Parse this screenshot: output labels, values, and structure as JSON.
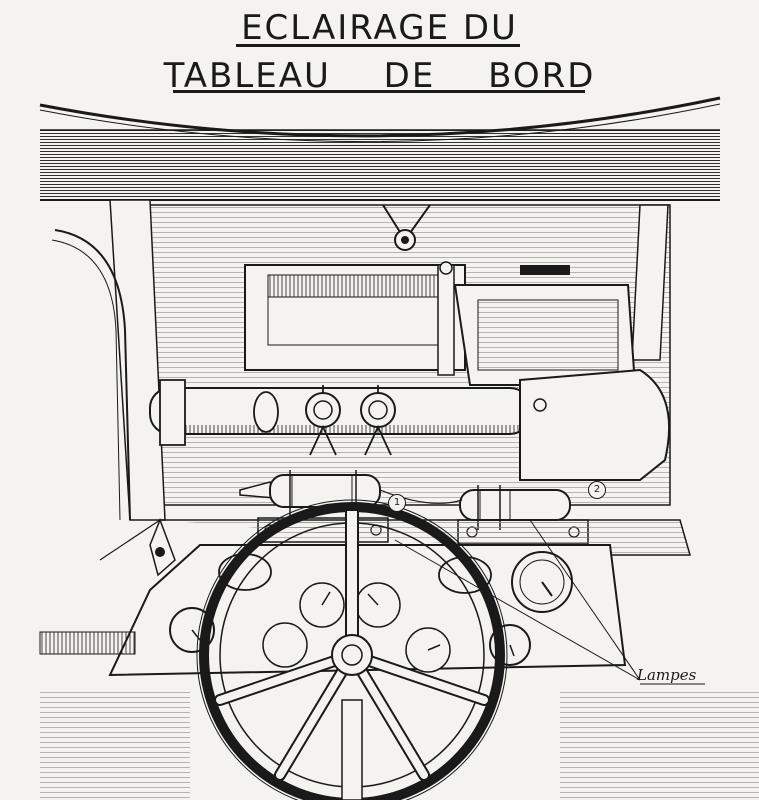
{
  "title": {
    "line1": "ECLAIRAGE DU",
    "line2": "TABLEAU DE BORD"
  },
  "labels": {
    "lampes": "Lampes",
    "callout_1": "1",
    "callout_2": "2"
  },
  "colors": {
    "ink": "#1a1a1a",
    "paper": "#f4f3ef",
    "shade": "#8a8a86"
  }
}
